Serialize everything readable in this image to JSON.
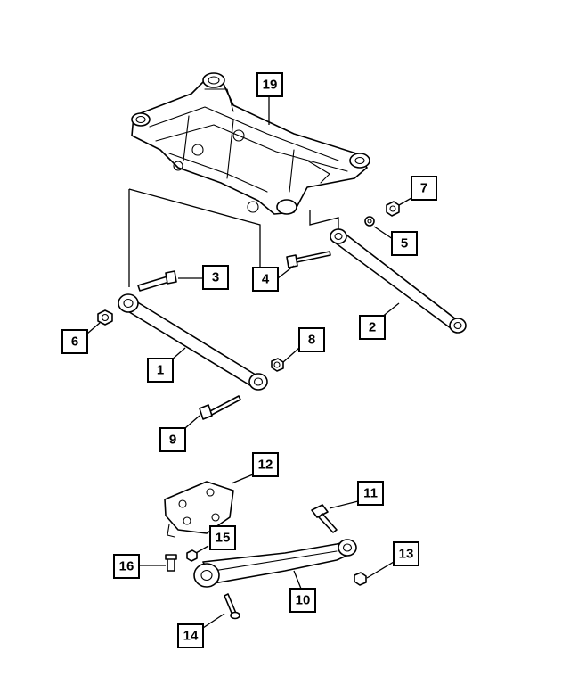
{
  "callouts": [
    "1",
    "2",
    "3",
    "4",
    "5",
    "6",
    "7",
    "8",
    "9",
    "10",
    "11",
    "12",
    "13",
    "14",
    "15",
    "16",
    "19"
  ]
}
